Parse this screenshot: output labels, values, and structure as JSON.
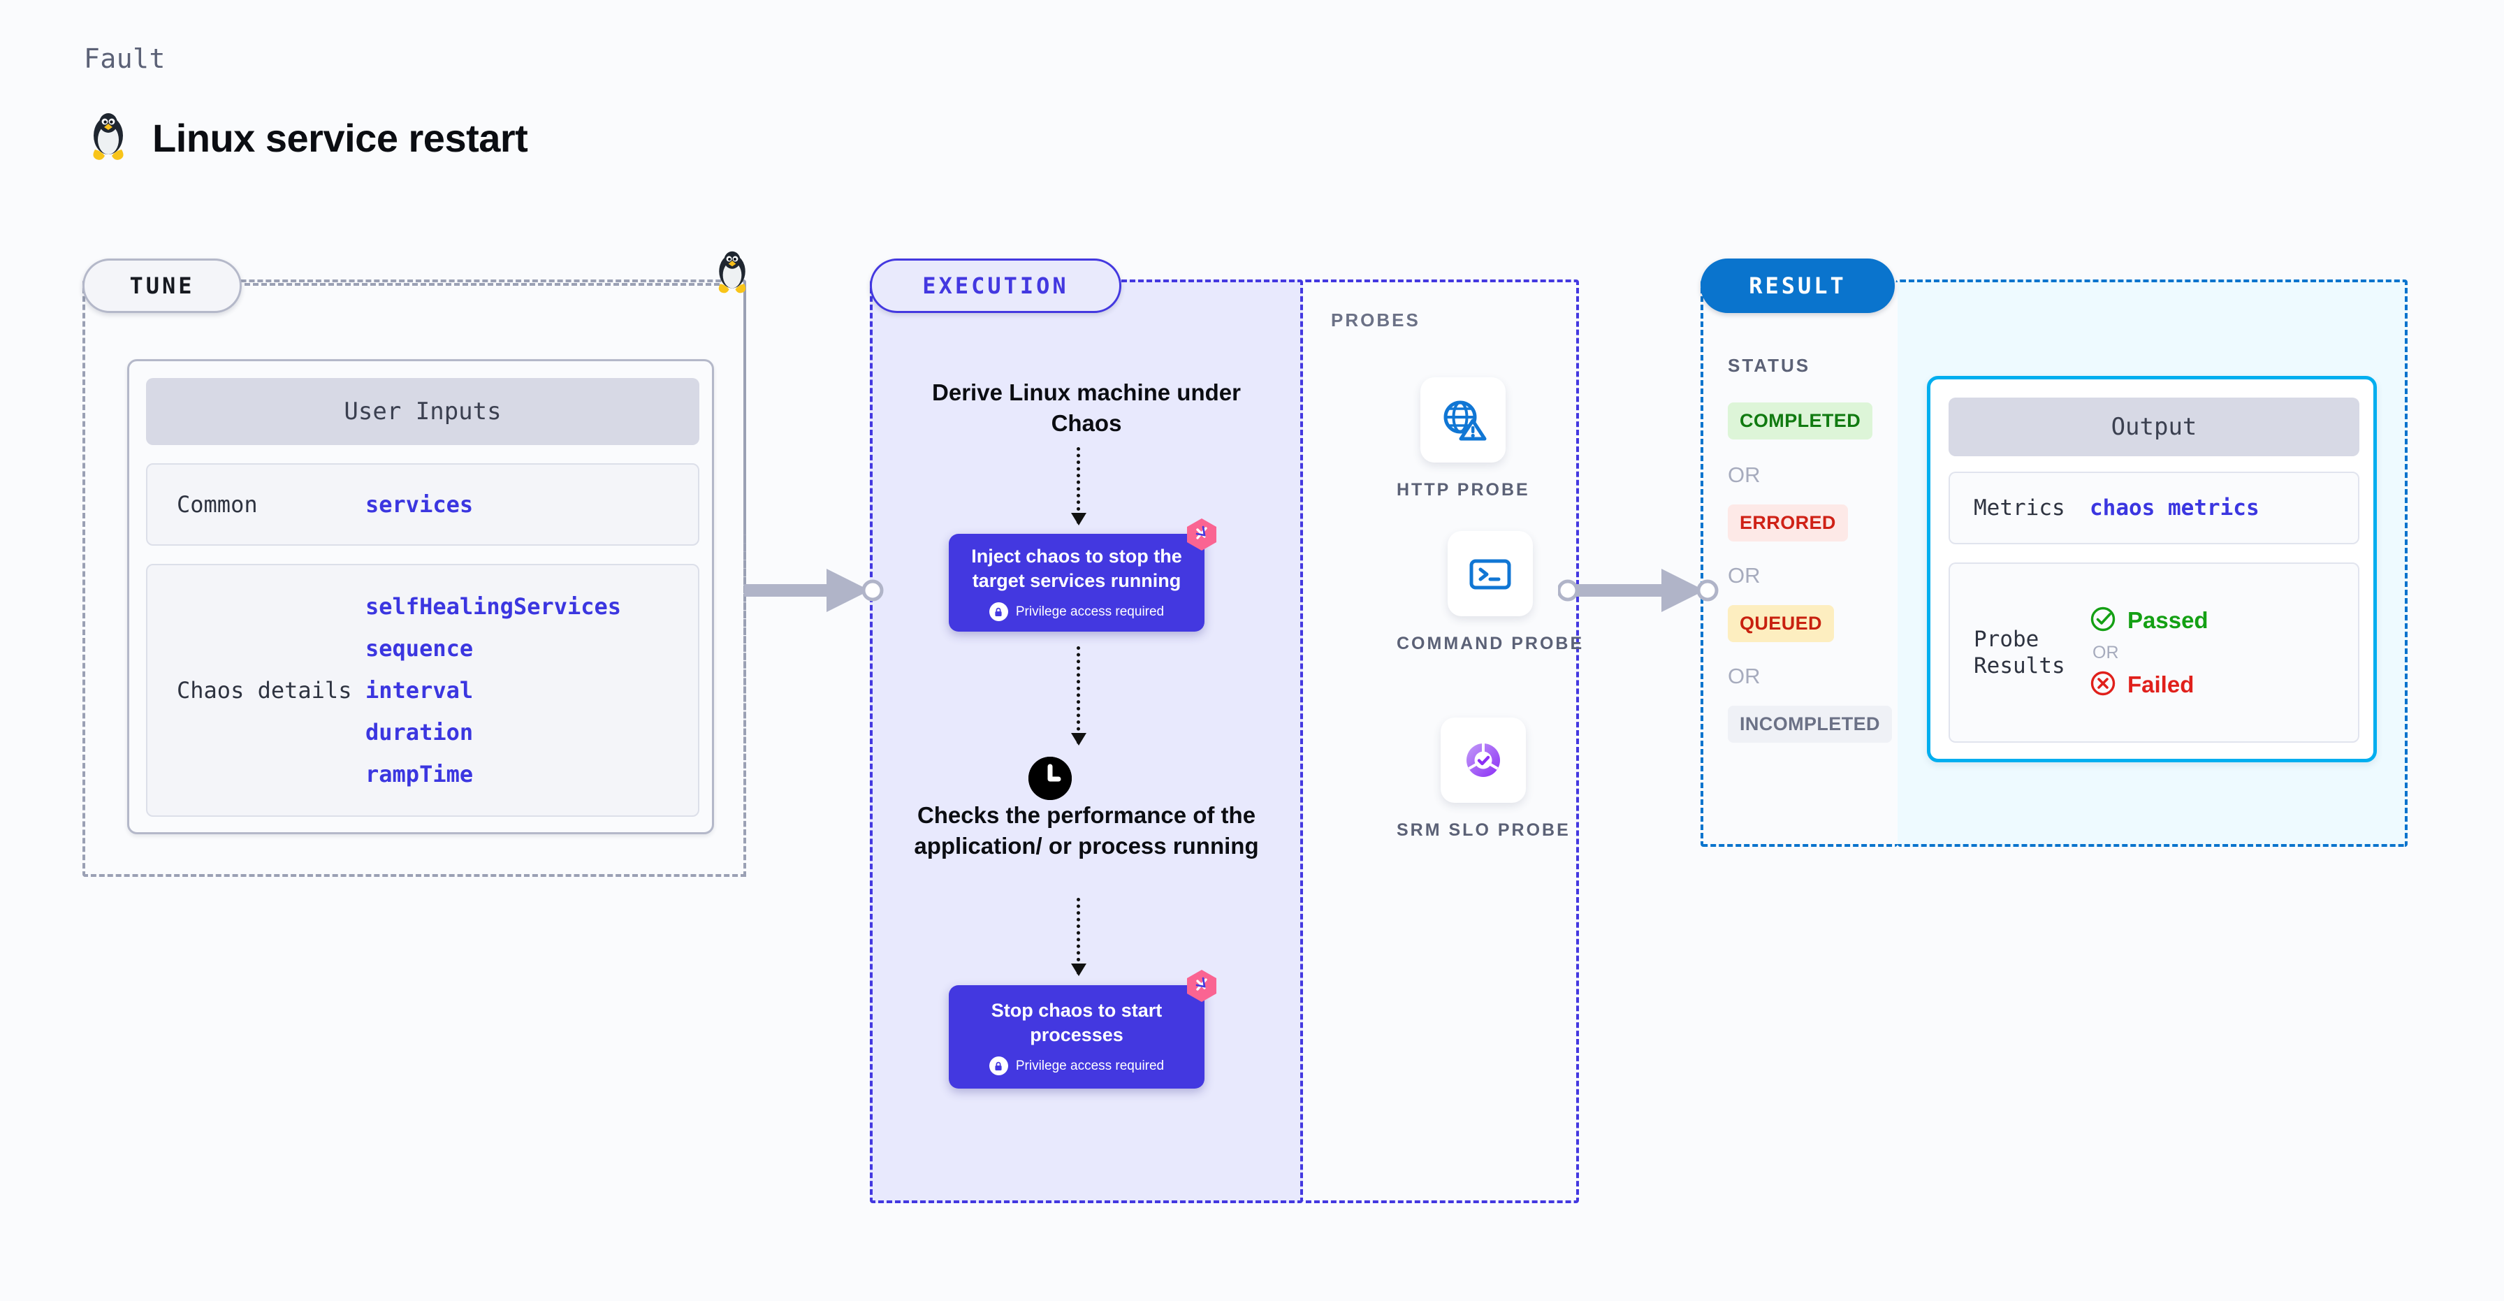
{
  "header": {
    "eyebrow": "Fault",
    "title": "Linux service restart",
    "icon": "linux-penguin-icon"
  },
  "tune": {
    "pill_label": "TUNE",
    "card": {
      "title": "User Inputs",
      "rows": [
        {
          "label": "Common",
          "values": [
            "services"
          ]
        },
        {
          "label": "Chaos details",
          "values": [
            "selfHealingServices",
            "sequence",
            "interval",
            "duration",
            "rampTime"
          ]
        }
      ]
    }
  },
  "execution": {
    "pill_label": "EXECUTION",
    "steps": [
      {
        "type": "title",
        "text": "Derive Linux machine under Chaos"
      },
      {
        "type": "node",
        "title": "Inject chaos to stop the target services running",
        "privilege": "Privilege access required"
      },
      {
        "type": "title",
        "text": "Checks the performance of the application/ or process running",
        "icon": "clock-icon"
      },
      {
        "type": "node",
        "title": "Stop chaos to start processes",
        "privilege": "Privilege access required"
      }
    ]
  },
  "probes": {
    "label": "PROBES",
    "items": [
      {
        "name": "HTTP PROBE",
        "icon": "globe-warning-icon"
      },
      {
        "name": "COMMAND PROBE",
        "icon": "terminal-icon"
      },
      {
        "name": "SRM SLO PROBE",
        "icon": "donut-check-icon"
      }
    ]
  },
  "result": {
    "pill_label": "RESULT",
    "status_label": "STATUS",
    "or_label": "OR",
    "statuses": [
      {
        "label": "COMPLETED",
        "bg": "#ddf5d8",
        "fg": "#107a10"
      },
      {
        "label": "ERRORED",
        "bg": "#fde9e7",
        "fg": "#cf2116"
      },
      {
        "label": "QUEUED",
        "bg": "#fdeec0",
        "fg": "#c8210f"
      },
      {
        "label": "INCOMPLETED",
        "bg": "#eff1f6",
        "fg": "#6b7186"
      }
    ],
    "output": {
      "title": "Output",
      "metrics_label": "Metrics",
      "metrics_value": "chaos metrics",
      "probe_results_label": "Probe Results",
      "passed_label": "Passed",
      "failed_label": "Failed",
      "or_label": "OR"
    }
  },
  "colors": {
    "accent_purple": "#4338e0",
    "accent_blue": "#0a74cd",
    "accent_cyan": "#00aeef",
    "chaos_pink": "#fa6492",
    "value_blue": "#3b36e0"
  }
}
